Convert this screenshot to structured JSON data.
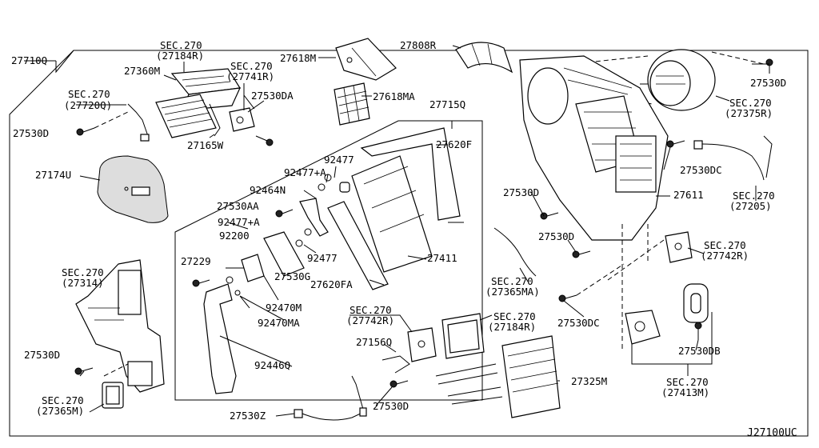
{
  "diagram_code": "J27100UC",
  "labels": {
    "l27710q": "27710Q",
    "sec270_27720q_a": "SEC.270",
    "sec270_27720q_b": "(27720Q)",
    "l27530d_left": "27530D",
    "l27360m": "27360M",
    "sec270_27184r_top_a": "SEC.270",
    "sec270_27184r_top_b": "(27184R)",
    "sec270_27741r_a": "SEC.270",
    "sec270_27741r_b": "(27741R)",
    "l27530da": "27530DA",
    "l27165w": "27165W",
    "l27618m": "27618M",
    "l27618ma": "27618MA",
    "l27808r": "27808R",
    "l27530d_topright": "27530D",
    "sec270_27375r_a": "SEC.270",
    "sec270_27375r_b": "(27375R)",
    "l27715q": "27715Q",
    "l27620f": "27620F",
    "l92477_top": "92477",
    "l92477a_top": "92477+A",
    "l92464n": "92464N",
    "l27530aa": "27530AA",
    "l92477a_mid": "92477+A",
    "l92200": "92200",
    "l92477_mid": "92477",
    "l27411": "27411",
    "l27229": "27229",
    "l27530g": "27530G",
    "l27620fa": "27620FA",
    "l92470m": "92470M",
    "l92470ma": "92470MA",
    "l92446q": "92446Q",
    "l27174u": "27174U",
    "sec270_27314_a": "SEC.270",
    "sec270_27314_b": "(27314)",
    "l27530d_lowleft": "27530D",
    "sec270_27365m_a": "SEC.270",
    "sec270_27365m_b": "(27365M)",
    "l27530dc_right": "27530DC",
    "l27611": "27611",
    "sec270_27205_a": "SEC.270",
    "sec270_27205_b": "(27205)",
    "l27530d_mid1": "27530D",
    "l27530d_mid2": "27530D",
    "sec270_27742r_right_a": "SEC.270",
    "sec270_27742r_right_b": "(27742R)",
    "sec270_27365ma_a": "SEC.270",
    "sec270_27365ma_b": "(27365MA)",
    "l27530dc_low": "27530DC",
    "l27530db": "27530DB",
    "sec270_27742r_low_a": "SEC.270",
    "sec270_27742r_low_b": "(27742R)",
    "sec270_27184r_low_a": "SEC.270",
    "sec270_27184r_low_b": "(27184R)",
    "l27156q": "27156Q",
    "l27325m": "27325M",
    "sec270_27413m_a": "SEC.270",
    "sec270_27413m_b": "(27413M)",
    "l27530z": "27530Z",
    "l27530d_bottom": "27530D"
  }
}
